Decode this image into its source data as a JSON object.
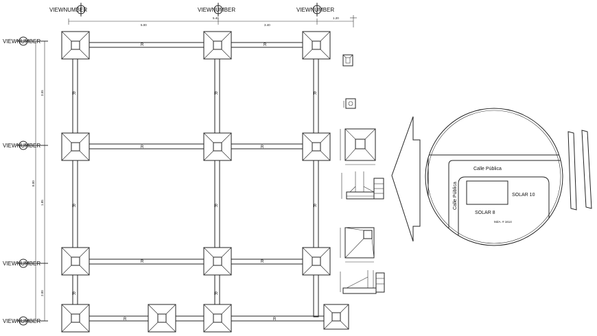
{
  "grid": {
    "view_labels_top": [
      "VIEWNUMBER",
      "VIEWNUMBER",
      "VIEWNUMBER"
    ],
    "view_labels_left": [
      "VIEWNUMBER",
      "VIEWNUMBER",
      "VIEWNUMBER",
      "VIEWNUMBER"
    ],
    "dims_top": [
      "5.00",
      "5.40",
      "3.40",
      "1.20"
    ],
    "dims_left": [
      "3.55",
      "8.00",
      "1.85",
      "2.00"
    ],
    "beam_mark": "R"
  },
  "location_map": {
    "street": "Calle Pública",
    "street_side": "Calle Pública",
    "lot_main": "SOLAR 10",
    "lot_secondary": "SOLAR 8",
    "block": "MZA. # 1614"
  }
}
